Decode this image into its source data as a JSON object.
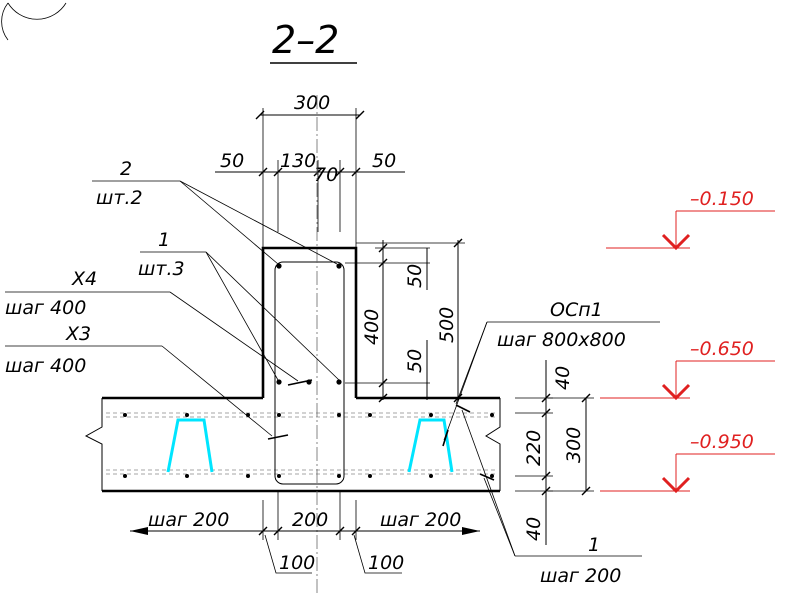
{
  "title": "2–2",
  "dimensions": {
    "top_total": "300",
    "top_left": "50",
    "top_a": "130",
    "top_b": "70",
    "top_right": "50",
    "v_50_top": "50",
    "v_400": "400",
    "v_50_bot": "50",
    "v_500": "500",
    "v_40_top": "40",
    "v_220": "220",
    "v_300": "300",
    "v_40_bot": "40",
    "bottom_200": "200",
    "bottom_100_left": "100",
    "bottom_100_right": "100"
  },
  "callouts": {
    "pos2_num": "2",
    "pos2_qty": "шт.2",
    "pos1_num": "1",
    "pos1_qty": "шт.3",
    "x4_name": "Х4",
    "x4_step": "шаг 400",
    "x3_name": "Х3",
    "x3_step": "шаг 400",
    "osp1_name": "ОСп1",
    "osp1_step": "шаг 800х800",
    "pos1b_num": "1",
    "pos1b_step": "шаг 200",
    "step_left": "шаг 200",
    "step_right": "шаг 200"
  },
  "elevations": {
    "e1": "–0.150",
    "e2": "–0.650",
    "e3": "–0.950",
    "color": "#e02020"
  },
  "colors": {
    "support_chairs": "#00e5ff"
  }
}
